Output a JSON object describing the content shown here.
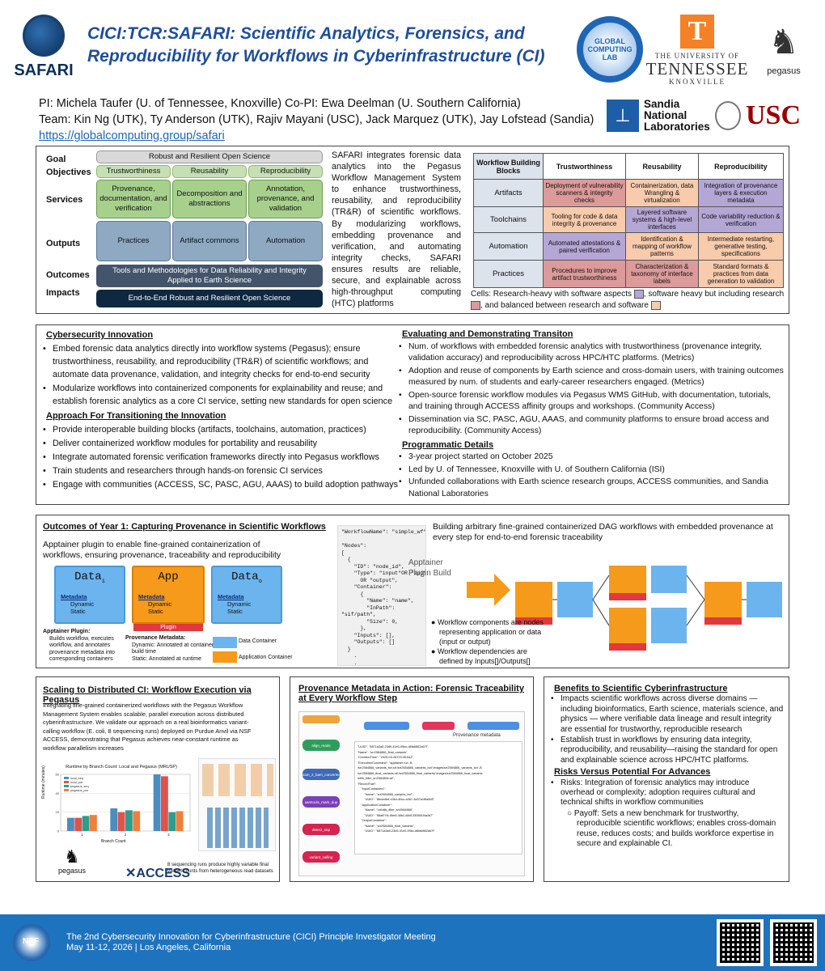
{
  "header": {
    "title_line1": "CICI:TCR:SAFARI: Scientific Analytics, Forensics, and",
    "title_line2": "Reproducibility for Workflows in Cyberinfrastructure (CI)",
    "safari_logo": "SAFARI",
    "gcl_logo": "GLOBAL COMPUTING LAB",
    "ut_letter": "T",
    "ut_line1": "THE UNIVERSITY OF",
    "ut_line2": "TENNESSEE",
    "ut_line3": "KNOXVILLE",
    "pegasus_logo": "pegasus",
    "sandia_logo": "Sandia National Laboratories",
    "usc_logo": "USC"
  },
  "people": {
    "pi_line": "PI: Michela Taufer (U. of Tennessee, Knoxville) Co-PI: Ewa Deelman (U. Southern California)",
    "team_line": "Team: Kin Ng (UTK), Ty Anderson (UTK), Rajiv Mayani (USC), Jack Marquez (UTK), Jay Lofstead (Sandia)",
    "url": "https://globalcomputing.group/safari"
  },
  "framework": {
    "row_labels": [
      "Goal",
      "Objectives",
      "Services",
      "Outputs",
      "Outcomes",
      "Impacts"
    ],
    "goal": "Robust and Resilient Open Science",
    "objectives": [
      "Trustworthiness",
      "Reusability",
      "Reproducibility"
    ],
    "services": [
      "Provenance, documentation, and verification",
      "Decomposition and abstractions",
      "Annotation, provenance, and validation"
    ],
    "outputs": [
      "Practices",
      "Artifact commons",
      "Automation"
    ],
    "outcome": "Tools and Methodologies for Data Reliability and Integrity Applied to Earth Science",
    "impact": "End-to-End Robust and Resilient Open Science",
    "description": "SAFARI integrates forensic data analytics into the Pegasus Workflow Management System to enhance trustworthiness, reusability, and reproducibility (TR&R) of scientific workflows. By modularizing workflows, embedding provenance and verification, and automating integrity checks, SAFARI ensures results are reliable, secure, and explainable across high-throughput computing (HTC) platforms"
  },
  "blocks_table": {
    "corner": "Workflow Building Blocks",
    "columns": [
      "Trustworthiness",
      "Reusability",
      "Reproducibility"
    ],
    "rows": [
      {
        "label": "Artifacts",
        "cells": [
          "Deployment of vulnerability scanners & integrity checks",
          "Containerization, data Wrangling & virtualization",
          "Integration of provenance layers & execution metadata"
        ],
        "colors": [
          "#dc9a9a",
          "#f8cbad",
          "#b4a7d6"
        ]
      },
      {
        "label": "Toolchains",
        "cells": [
          "Tooling for code & data integrity & provenance",
          "Layered software systems & high-level interfaces",
          "Code variability reduction & verification"
        ],
        "colors": [
          "#f8cbad",
          "#b4a7d6",
          "#b4a7d6"
        ]
      },
      {
        "label": "Automation",
        "cells": [
          "Automated attestations & paired verification",
          "Identification & mapping of workflow patterns",
          "Intermediate restarting, generative testing, specifications"
        ],
        "colors": [
          "#b4a7d6",
          "#f8cbad",
          "#f8cbad"
        ]
      },
      {
        "label": "Practices",
        "cells": [
          "Procedures to improve artifact trustworthiness",
          "Characterization & taxonomy of interface labels",
          "Standard formats & practices from data generation to validation"
        ],
        "colors": [
          "#dc9a9a",
          "#dc9a9a",
          "#f8cbad"
        ]
      }
    ],
    "legend_1": "Cells: Research-heavy with software aspects",
    "legend_2": ", software heavy but including research",
    "legend_3": ", and balanced between research and software"
  },
  "innovation": {
    "h1": "Cybersecurity Innovation",
    "h1_items": [
      "Embed forensic data analytics directly into workflow systems (Pegasus); ensure trustworthiness, reusability, and reproducibility (TR&R) of scientific workflows; and automate data provenance, validation, and integrity checks for end-to-end security",
      "Modularize workflows into containerized components for explainability and reuse; and establish forensic analytics as a core CI service, setting new standards for open science"
    ],
    "h2": "Approach For Transitioning the Innovation",
    "h2_items": [
      "Provide interoperable building blocks (artifacts, toolchains, automation, practices)",
      "Deliver containerized workflow modules for portability and reusability",
      "Integrate automated forensic verification frameworks directly into Pegasus workflows",
      "Train students and researchers through hands-on forensic CI services",
      "Engage with communities (ACCESS, SC, PASC, AGU, AAAS) to build adoption pathways"
    ],
    "h3": "Evaluating and Demonstrating Transiton",
    "h3_items": [
      "Num. of workflows with embedded forensic analytics with trustworthiness (provenance integrity, validation accuracy) and reproducibility across HPC/HTC platforms. (Metrics)",
      "Adoption and reuse of components by Earth science and cross-domain users, with training outcomes measured by num. of students and early-career researchers engaged. (Metrics)",
      "Open-source forensic workflow modules via Pegasus WMS GitHub, with documentation, tutorials, and training through ACCESS affinity groups and workshops. (Community Access)",
      "Dissemination via SC, PASC, AGU, AAAS, and community platforms to ensure broad access and reproducibility. (Community Access)"
    ],
    "h4": "Programmatic Details",
    "h4_items": [
      "3-year project started on October 2025",
      "Led by U. of Tennessee, Knoxville with U. of Southern California (ISI)",
      "Unfunded collaborations with Earth science research groups, ACCESS communities, and Sandia National Laboratories"
    ]
  },
  "outcomes": {
    "title": "Outcomes of Year 1: Capturing Provenance in Scientific Workflows",
    "subtitle": "Apptainer plugin to enable fine-grained containerization of workflows, ensuring provenance, traceability and reproducibility",
    "data_i": "Data",
    "app": "App",
    "data_o": "Data",
    "metadata": "Metadata",
    "dynamic": "Dynamic",
    "static": "Static",
    "plugin": "Plugin",
    "apptainer_plugin_h": "Apptainer Plugin:",
    "apptainer_plugin_item": "Builds workflow, executes workflow, and annotates provenance metadata into corresponding containers",
    "prov_meta_h": "Provenance Metadata:",
    "prov_meta_items": [
      "Dynamic: Annotated at container build time",
      "Static: Annotated at runtime"
    ],
    "legend_data": "Data Container",
    "legend_app": "Application Container",
    "code": "\"WorkflowName\": \"simple_wf\",\n\n\"Nodes\":\n[\n  {\n    \"ID\": \"node_id\",\n    \"Type\": \"input\"OR \"app\"\n      OR \"output\",\n    \"Container\":\n      {\n        \"Name\": \"name\",\n        \"InPath\":\n\"sif/path\",\n        \"Size\": 0,\n      },\n    \"Inputs\": [],\n    \"Outputs\": []\n  }\n    .\n    .\n    .\n]",
    "dag_caption": "Building arbitrary fine-grained containerized DAG workflows with embedded provenance at every step for end-to-end forensic traceability",
    "build_label": "Apptainer Plugin Build",
    "bullets": [
      "Workflow components are nodes representing application or data (input or output)",
      "Workflow dependencies are defined by Inputs[]/Outputs[]"
    ]
  },
  "scaling": {
    "title": "Scaling to Distributed CI: Workflow Execution via Pegasus",
    "text": "Integrating fine-grained containerized workflows with the Pegasus Workflow Management System enables scalable, parallel execution across distributed cyberinfrastructure. We validate our approach on a real bioinformatics variant-calling workflow (E. coli, 8 sequencing runs) deployed on Purdue Anvil via NSF ACCESS, demonstrating that Pegasus achieves near-constant runtime as workflow parallelism increases",
    "chart_title": "Runtime by Branch Count: Local and Pegasus (MRUSP)",
    "xlabel": "Branch Count",
    "ylabel": "Runtime (minutes)",
    "caption": "8 sequencing runs produce highly variable final variant counts from heterogeneous read datasets",
    "access": "ACCESS",
    "pegasus": "pegasus"
  },
  "chart_data": {
    "type": "bar",
    "title": "Runtime by Branch Count: Local and Pegasus (MRUSP)",
    "xlabel": "Branch Count",
    "ylabel": "Runtime (minutes)",
    "categories": [
      "1",
      "2",
      "3"
    ],
    "series": [
      {
        "name": "local_seq",
        "values": [
          14,
          24,
          60
        ]
      },
      {
        "name": "local_par",
        "values": [
          14,
          20,
          58
        ]
      },
      {
        "name": "pegasus_seq",
        "values": [
          16,
          22,
          20
        ]
      },
      {
        "name": "pegasus_par",
        "values": [
          17,
          21,
          21
        ]
      }
    ],
    "colors": [
      "#4c8dbf",
      "#e0524a",
      "#2e9d8f",
      "#f07e3c"
    ],
    "ylim": [
      0,
      60
    ]
  },
  "provenance": {
    "title": "Provenance Metadata in Action: Forensic Traceability at Every Workflow Step",
    "steps": [
      "align_reads",
      "sam_2_bam_converter",
      "samtools_mark_dup",
      "detect_snp",
      "variant_calling"
    ],
    "meta_label": "Provenance metadata",
    "meta_text": "\"UUID\": \"6871a3a5-23d9-41e0-99bc-d6fa6862a67f\",\n\"Name\": \"srr2584866_final_variants\",\n\"CreationTime\": \"2025-03-28T23:35:54Z\",\n\"ExecutionCommand\": \"apptainer run -B\n/srr2584866_variants_bcf.sif:/srr2584866_variants_bcf/.images/srr2584866_variants_bcf -B\n/srr2584866_final_variants.sif:/srr2584866_final_variants/.images/srr2584866_final_variants\n/sif/b_filter_srr2584866.sif\",\n\"RecordTrail\":\n    \"InputContainers\":\n        \"Name\": \"srr2584866_variants_bcf\",\n        \"UUID\": \"8bcbc8ef-43b4-4bcc-a367-3a37a1f6a5d3\"\n    \"ApplicationContainer\":\n        \"Name\": \"vcfutils_filter_srr2584866\",\n        \"UUID\": \"56af07f4-9be6-46b2-88df-330581f4a3d7\"\n    \"OutputContainer\":\n        \"Name\": \"srr2584866_final_variants\",\n        \"UUID\": \"6871a3a5-23d9-41e0-99bc-d6fa6862a67f\""
  },
  "benefits": {
    "h1": "Benefits to Scientific Cyberinfrastructure",
    "items": [
      "Impacts scientific workflows across diverse domains — including bioinformatics, Earth science, materials science, and physics — where verifiable data lineage and result integrity are essential for trustworthy, reproducible research",
      "Establish trust in workflows by ensuring data integrity, reproducibility, and reusability—raising the standard for open and explainable science across HPC/HTC platforms."
    ],
    "h2": "Risks Versus Potential For Advances",
    "risk": "Risks: Integration of forensic analytics may introduce overhead or complexity; adoption requires cultural and technical shifts in workflow communities",
    "payoff": "Payoff: Sets a new benchmark for trustworthy, reproducible scientific workflows; enables cross-domain reuse, reduces costs; and builds workforce expertise in secure and explainable CI."
  },
  "footer": {
    "line1": "The 2nd Cybersecurity Innovation for Cyberinfrastructure (CICI) Principle Investigator Meeting",
    "line2": "May 11-12, 2026 | Los Angeles, California",
    "nsf": "NSF"
  }
}
